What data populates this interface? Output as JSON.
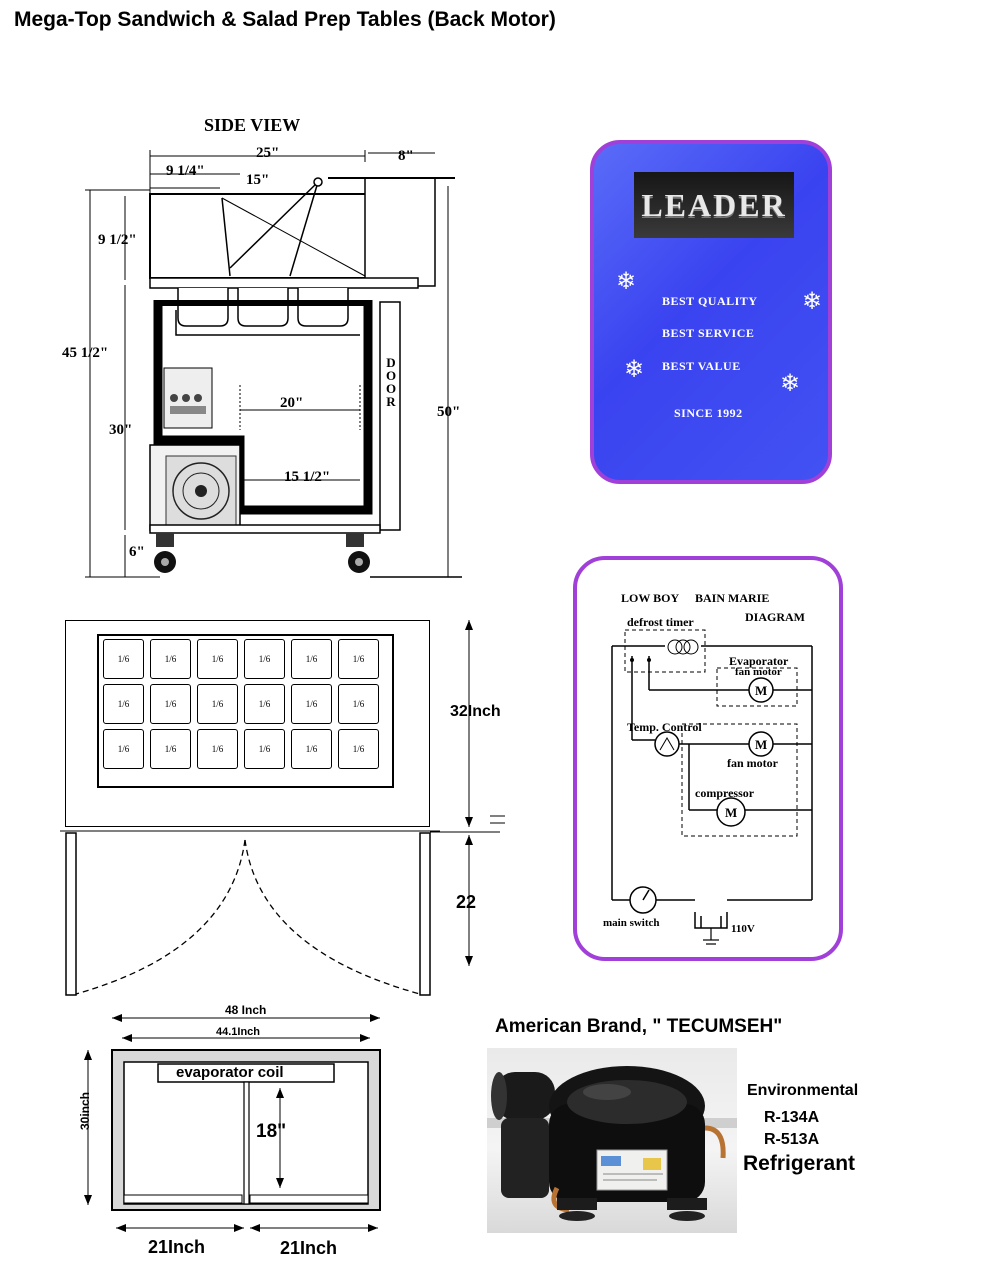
{
  "page": {
    "title": "Mega-Top Sandwich & Salad Prep Tables  (Back Motor)"
  },
  "side_view": {
    "title": "SIDE VIEW",
    "dim_top_width": "25\"",
    "dim_back_overhang": "8\"",
    "dim_rail_width": "9 1/4\"",
    "dim_lid_width": "15\"",
    "dim_top_height": "9 1/2\"",
    "dim_total_height": "45 1/2\"",
    "dim_cabinet_height": "30\"",
    "dim_caster_height": "6\"",
    "dim_interior_depth": "20\"",
    "dim_floor_depth": "15 1/2\"",
    "dim_overall_height": "50\"",
    "door_label": [
      "D",
      "O",
      "O",
      "R"
    ]
  },
  "leader_panel": {
    "brand": "LEADER",
    "lines": [
      "BEST QUALITY",
      "BEST SERVICE",
      "BEST VALUE"
    ],
    "since": "SINCE 1992",
    "flake_icon": "snowflake-icon"
  },
  "top_view": {
    "pan_label": "1/6",
    "pan_rows": [
      [
        "1/6",
        "1/6",
        "1/6",
        "1/6",
        "1/6",
        "1/6"
      ],
      [
        "1/6",
        "1/6",
        "1/6",
        "1/6",
        "1/6",
        "1/6"
      ],
      [
        "1/6",
        "1/6",
        "1/6",
        "1/6",
        "1/6",
        "1/6"
      ]
    ],
    "dim_depth": "32Inch",
    "dim_door_swing": "22"
  },
  "wiring": {
    "title_left": "LOW BOY",
    "title_right": "BAIN MARIE",
    "title_diagram": "DIAGRAM",
    "defrost": "defrost timer",
    "evaporator": "Evaporator",
    "evap_fan": "fan motor",
    "temp_control": "Temp. Control",
    "fan_motor": "fan motor",
    "compressor": "compressor",
    "main_switch": "main switch",
    "voltage": "110V",
    "motor_symbol": "M"
  },
  "cross_section": {
    "dim_outer_width": "48 Inch",
    "dim_inner_width": "44.1Inch",
    "coil_label": "evaporator coil",
    "dim_height": "30inch",
    "dim_inner_height": "18\"",
    "dim_left_width": "21Inch",
    "dim_right_width": "21Inch"
  },
  "compressor": {
    "brand_line": "American Brand, \" TECUMSEH\"",
    "env_lines": [
      "Environmental",
      "R-134A",
      "R-513A"
    ],
    "refrigerant": "Refrigerant"
  }
}
